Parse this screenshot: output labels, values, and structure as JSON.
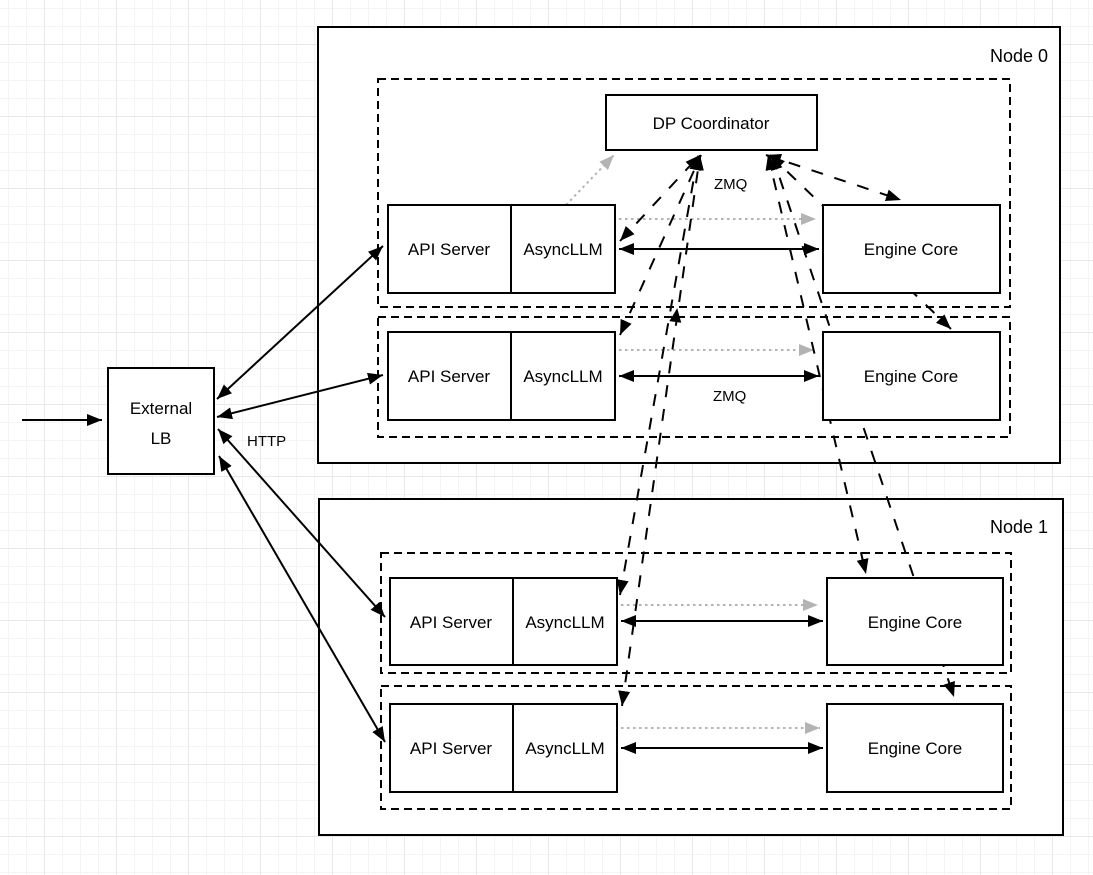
{
  "colors": {
    "line": "#000000",
    "muted_link": "#b3b3b3",
    "background": "#ffffff",
    "grid_minor": "#f4f4f4",
    "grid_major": "#e8e8e8"
  },
  "external_lb": {
    "line1": "External",
    "line2": "LB"
  },
  "coordinator": {
    "label": "DP Coordinator"
  },
  "nodes": [
    {
      "label": "Node 0"
    },
    {
      "label": "Node 1"
    }
  ],
  "edge_labels": {
    "http": "HTTP",
    "zmq_coordinator": "ZMQ",
    "zmq_engine": "ZMQ"
  },
  "rows": [
    {
      "api_server": "API Server",
      "async_llm": "AsyncLLM",
      "engine_core": "Engine Core"
    },
    {
      "api_server": "API Server",
      "async_llm": "AsyncLLM",
      "engine_core": "Engine Core"
    },
    {
      "api_server": "API Server",
      "async_llm": "AsyncLLM",
      "engine_core": "Engine Core"
    },
    {
      "api_server": "API Server",
      "async_llm": "AsyncLLM",
      "engine_core": "Engine Core"
    }
  ]
}
